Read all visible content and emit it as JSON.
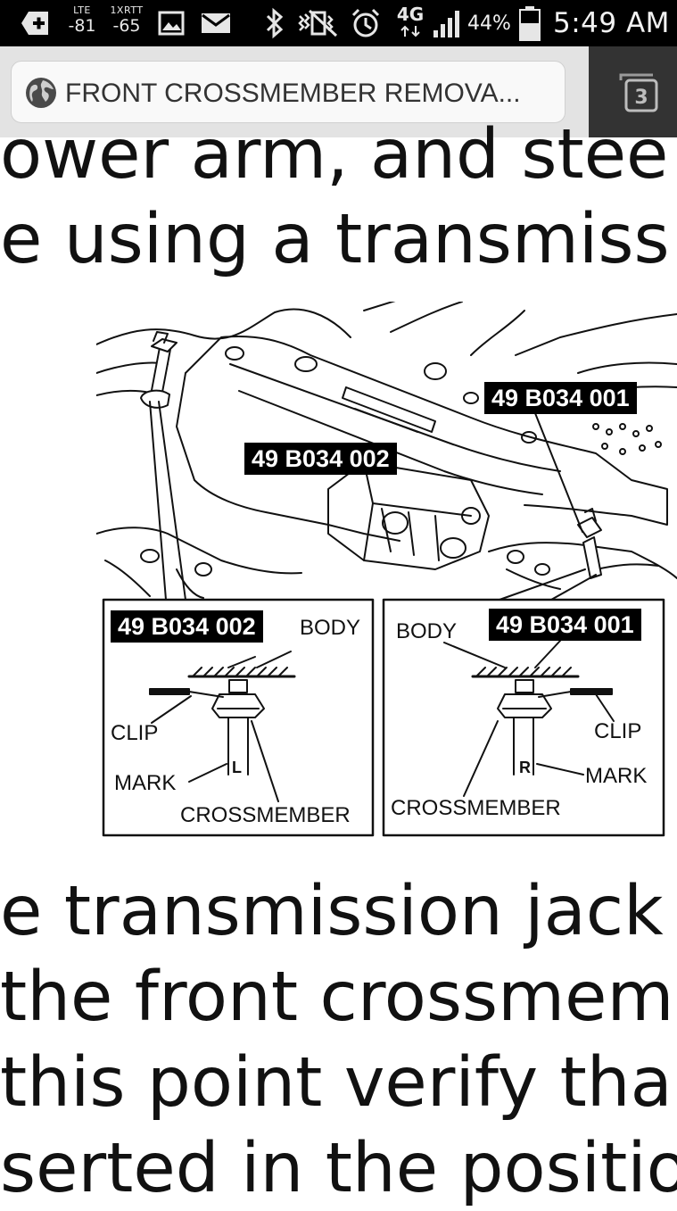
{
  "status_bar": {
    "add_icon": "plus-box-icon",
    "signal_lte": {
      "tech": "LTE",
      "value": "-81"
    },
    "signal_1xrtt": {
      "tech": "1XRTT",
      "value": "-65"
    },
    "battery_percent": "44%",
    "time": "5:49 AM",
    "network": "4G",
    "icons": [
      "image-icon",
      "mail-icon",
      "bluetooth-icon",
      "vibrate-icon",
      "alarm-icon",
      "signal-bars-icon",
      "battery-icon"
    ]
  },
  "browser": {
    "page_title": "FRONT CROSSMEMBER REMOVA...",
    "tab_count": "3"
  },
  "content": {
    "top_lines": [
      "ower arm, and stee",
      "e using a transmiss"
    ],
    "bottom_lines": [
      "e transmission jack",
      " the front crossmem",
      " this point verify tha",
      "serted in the positio"
    ]
  },
  "figure": {
    "top_callout_right": "49 B034 001",
    "top_callout_center": "49 B034 002",
    "left_panel": {
      "callout": "49 B034 002",
      "body": "BODY",
      "clip": "CLIP",
      "mark": "MARK",
      "mark_letter": "L",
      "crossmember": "CROSSMEMBER"
    },
    "right_panel": {
      "callout": "49 B034 001",
      "body": "BODY",
      "clip": "CLIP",
      "mark": "MARK",
      "mark_letter": "R",
      "crossmember": "CROSSMEMBER"
    }
  }
}
